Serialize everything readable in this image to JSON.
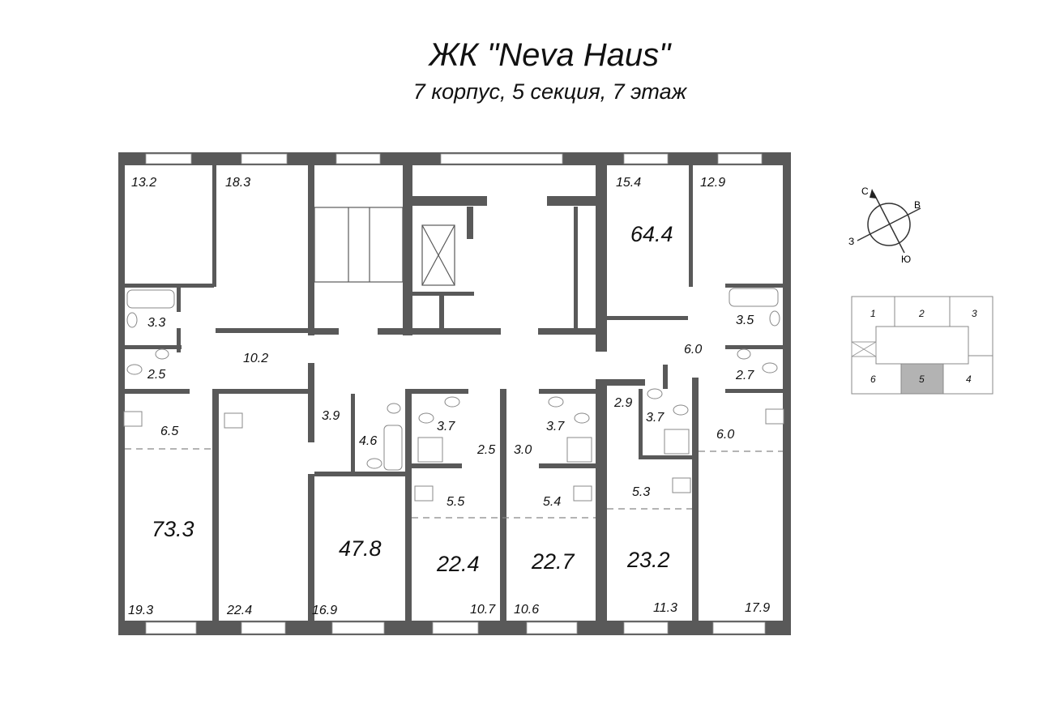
{
  "header": {
    "title": "ЖК \"Neva Haus\"",
    "subtitle": "7 корпус, 5 секция, 7 этаж"
  },
  "colors": {
    "wall": "#595959",
    "highlight_section": "#b3b3b3",
    "background": "#ffffff"
  },
  "plan": {
    "apartments": [
      {
        "id": "apt-top-left",
        "total_area": "",
        "rooms": {
          "room1": "13.2",
          "room2": "18.3",
          "bath": "3.3",
          "wc": "2.5",
          "hall": "10.2"
        }
      },
      {
        "id": "apt-top-right",
        "total_area": "64.4",
        "rooms": {
          "room1": "15.4",
          "room2": "12.9",
          "bath": "3.5",
          "wc": "2.7",
          "hall": "6.0"
        }
      },
      {
        "id": "apt-bottom-left",
        "total_area": "73.3",
        "rooms": {
          "kitchen": "6.5",
          "room1": "19.3",
          "room2": "22.4"
        }
      },
      {
        "id": "apt-47",
        "total_area": "47.8",
        "rooms": {
          "hall": "3.9",
          "bath": "4.6",
          "room": "16.9"
        }
      },
      {
        "id": "apt-22-4",
        "total_area": "22.4",
        "rooms": {
          "bath": "3.7",
          "hall": "2.5",
          "kitchen": "5.5",
          "room": "10.7"
        }
      },
      {
        "id": "apt-22-7",
        "total_area": "22.7",
        "rooms": {
          "bath": "3.7",
          "hall": "3.0",
          "kitchen": "5.4",
          "room": "10.6"
        }
      },
      {
        "id": "apt-23-2",
        "total_area": "23.2",
        "rooms": {
          "hall": "2.9",
          "bath": "3.7",
          "kitchen": "5.3",
          "room": "11.3"
        }
      },
      {
        "id": "apt-bottom-right",
        "total_area": "",
        "rooms": {
          "kitchen": "6.0",
          "room": "17.9"
        }
      }
    ]
  },
  "compass": {
    "north": "С",
    "east": "В",
    "south": "Ю",
    "west": "З"
  },
  "section_key": {
    "sections": [
      "1",
      "2",
      "3",
      "4",
      "5",
      "6"
    ],
    "highlighted": "5"
  }
}
